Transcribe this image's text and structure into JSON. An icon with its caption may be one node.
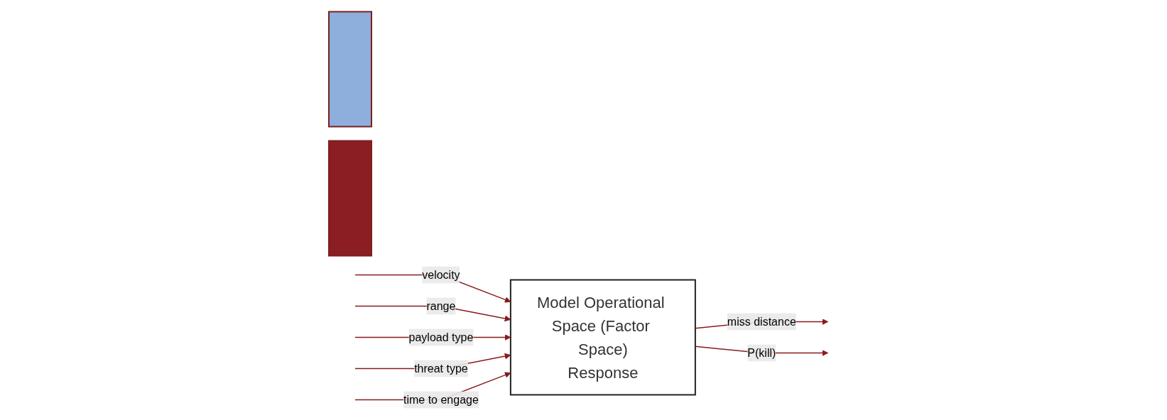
{
  "diagram": {
    "nodes": [
      {
        "text": [],
        "shape": "bar"
      },
      {
        "text": [],
        "shape": "bar"
      },
      {
        "text": [
          "Model Operational Space (Factor Space)",
          "Response"
        ]
      }
    ],
    "edges": [
      {
        "from": null,
        "to": 2,
        "arrow": "to",
        "label": "velocity"
      },
      {
        "from": null,
        "to": 2,
        "arrow": "to",
        "label": "range"
      },
      {
        "from": null,
        "to": 2,
        "arrow": "to",
        "label": "payload type"
      },
      {
        "from": null,
        "to": 2,
        "arrow": "to",
        "label": "threat type"
      },
      {
        "from": null,
        "to": 2,
        "arrow": "to",
        "label": "time to engage"
      },
      {
        "from": 2,
        "to": null,
        "arrow": "to",
        "label": "miss distance"
      },
      {
        "from": 2,
        "to": null,
        "arrow": "to",
        "label": "P(kill)"
      }
    ]
  }
}
